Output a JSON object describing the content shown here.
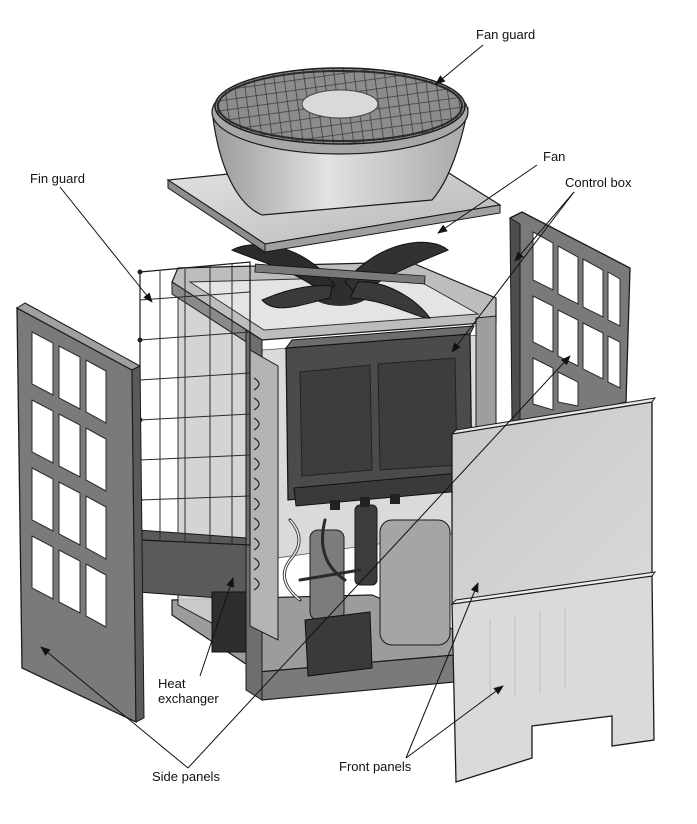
{
  "labels": {
    "fan_guard": "Fan guard",
    "fin_guard": "Fin guard",
    "fan": "Fan",
    "control_box": "Control box",
    "heat_exchanger_line1": "Heat",
    "heat_exchanger_line2": "exchanger",
    "side_panels": "Side panels",
    "front_panels": "Front panels"
  },
  "colors": {
    "dark_metal": "#4a4a4a",
    "mid_metal": "#8a8a8a",
    "light_metal": "#c4c4c4",
    "panel_light": "#d4d4d4",
    "line": "#1a1a1a"
  }
}
